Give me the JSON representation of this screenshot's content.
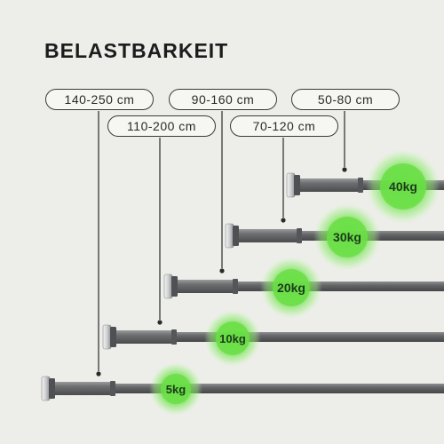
{
  "title": "BELASTBARKEIT",
  "rods": [
    {
      "range": "140-250 cm",
      "load": "5kg"
    },
    {
      "range": "110-200 cm",
      "load": "10kg"
    },
    {
      "range": "90-160 cm",
      "load": "20kg"
    },
    {
      "range": "70-120 cm",
      "load": "30kg"
    },
    {
      "range": "50-80 cm",
      "load": "40kg"
    }
  ],
  "colors": {
    "background": "#edeee9",
    "rod": "#6c6d6f",
    "load_glow": "#66dd44",
    "pill_border": "#3a3a3a"
  }
}
